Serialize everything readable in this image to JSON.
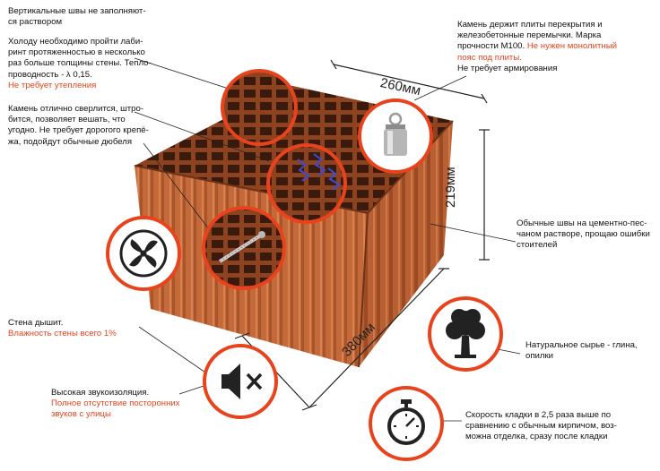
{
  "colors": {
    "accent": "#e8431c",
    "brick": "#c46a3a",
    "brick_dark": "#8e4320",
    "text": "#111111"
  },
  "dimensions": {
    "length": "260мм",
    "height": "219мм",
    "depth": "380мм"
  },
  "callouts": {
    "vertical_joints": {
      "lines": [
        "Вертикальные швы не заполняют-",
        "ся раствором"
      ]
    },
    "cold_path": {
      "lines": [
        "Холоду необходимо пройти лаби-",
        "ринт протяженностью в несколько",
        "раз больше толщины стены.  Тепло-",
        "проводность - λ 0,15."
      ],
      "highlight": "Не требует утепления"
    },
    "drilling": {
      "lines": [
        "Камень отлично сверлится, штро-",
        "бится, позволяет вешать, что",
        "угодно.  Не требует дорогого крепё-",
        "жа, подойдут  обычные дюбеля"
      ]
    },
    "breathing": {
      "lines": [
        "Стена дышит."
      ],
      "highlight": "Влажность стены всего 1%"
    },
    "soundproof": {
      "lines": [
        "Высокая звукоизоляция."
      ],
      "highlight_lines": [
        "Полное отсутствие посторонних",
        "звуков с улицы"
      ]
    },
    "load": {
      "lines": [
        "Камень держит плиты перекрытия и",
        "железобетонные перемычки. Марка",
        "прочности М100."
      ],
      "highlight_inline": "Не нужен монолитный",
      "highlight_line": "пояс под плиты.",
      "tail": "Не требует армирования"
    },
    "mortar": {
      "lines": [
        "Обычные швы на цементно-пес-",
        "чаном растворе, прощаю ошибки",
        "стоителей"
      ]
    },
    "natural": {
      "lines": [
        "Натуральное сырье - глина,",
        "опилки"
      ]
    },
    "speed": {
      "lines": [
        "Скорость кладки в 2,5 раза выше по",
        "сравнению с обычным кирпичом, воз-",
        "можна отделка, сразу после кладки"
      ]
    }
  },
  "icons": [
    "weight-icon",
    "fan-icon",
    "mute-speaker-icon",
    "tree-icon",
    "stopwatch-icon",
    "screw-icon",
    "wave-icon"
  ]
}
